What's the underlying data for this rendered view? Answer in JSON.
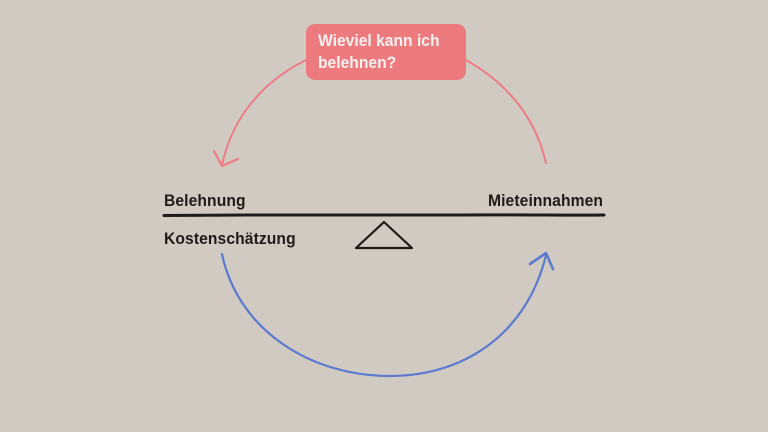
{
  "diagram": {
    "background_color": "#d1cac2",
    "question_bubble": {
      "line1": "Wieviel kann ich",
      "line2": "belehnen?",
      "color": "#ec7a7f",
      "text_color": "#fbf1ee"
    },
    "left_top_label": "Belehnung",
    "left_bottom_label": "Kostenschätzung",
    "right_top_label": "Mieteinnahmen",
    "beam": {
      "color": "#1e1b18",
      "fulcrum": "triangle"
    },
    "arrows": [
      {
        "name": "top-arrow",
        "color": "#ee7d83",
        "from": "Mieteinnahmen",
        "to": "Belehnung",
        "direction": "counter-clockwise"
      },
      {
        "name": "bottom-arrow",
        "color": "#5a7ad0",
        "from": "Kostenschätzung",
        "to": "Mieteinnahmen",
        "direction": "counter-clockwise"
      }
    ]
  }
}
